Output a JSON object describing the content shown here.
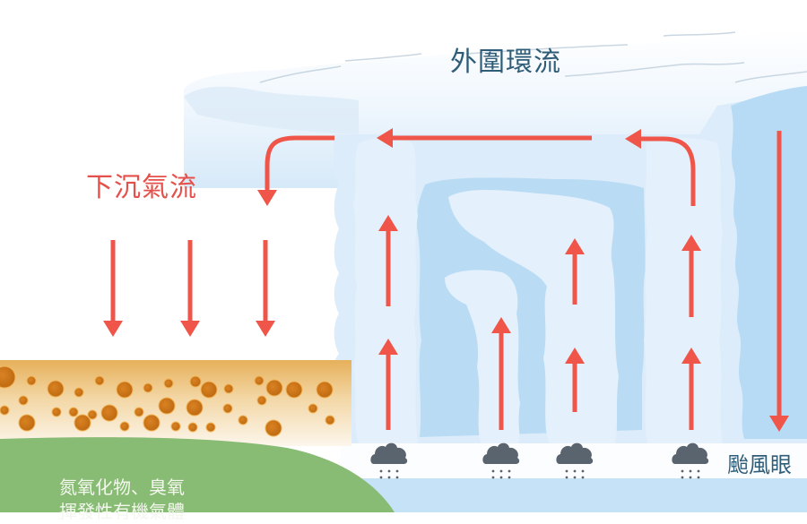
{
  "labels": {
    "outer_circulation": "外圍環流",
    "subsidence": "下沉氣流",
    "typhoon_eye": "颱風眼",
    "pollutants_line1": "氮氧化物、臭氧",
    "pollutants_line2": "揮發性有機氣體"
  },
  "colors": {
    "arrow": "#ef5548",
    "cloud_light": "#dcecfa",
    "cloud_mid": "#b9dcf4",
    "cloud_white": "#f4f9fe",
    "haze_top": "#e9b561",
    "haze_bottom": "#fbf4e8",
    "particle": "#d07a1a",
    "ground": "#88bb74",
    "sea": "#c6e2f6",
    "rain_cloud": "#5a646e",
    "text_blue": "#2f5d78",
    "text_red": "#e5504a"
  },
  "icons": {
    "rain_cloud_count": 4,
    "up_arrow_count": 9,
    "down_arrow_count": 5,
    "left_arrow_count": 2
  }
}
